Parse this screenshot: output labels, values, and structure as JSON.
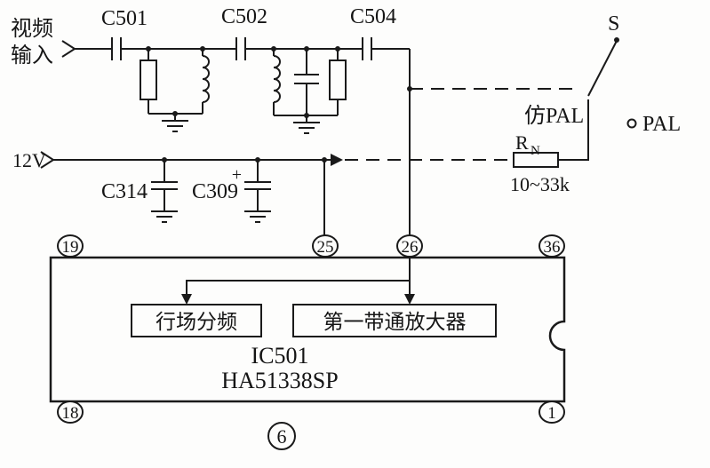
{
  "figure": {
    "number": "6"
  },
  "input_label": {
    "line1": "视频",
    "line2": "输入"
  },
  "supply": {
    "label": "12V"
  },
  "capacitors": {
    "c501": "C501",
    "c502": "C502",
    "c504": "C504",
    "c314": "C314",
    "c309": "C309",
    "c309_polarity": "+"
  },
  "switch": {
    "label": "S",
    "position_a": "仿PAL",
    "position_b": "PAL"
  },
  "rn": {
    "base": "R",
    "sub": "N",
    "value": "10~33k"
  },
  "ic": {
    "name": "IC501",
    "part_number": "HA51338SP",
    "pins": {
      "top": [
        "19",
        "25",
        "26",
        "36"
      ],
      "bottom": [
        "18",
        "1"
      ]
    },
    "blocks": {
      "sync_divider": "行场分频",
      "first_bandpass_amp": "第一带通放大器"
    }
  }
}
